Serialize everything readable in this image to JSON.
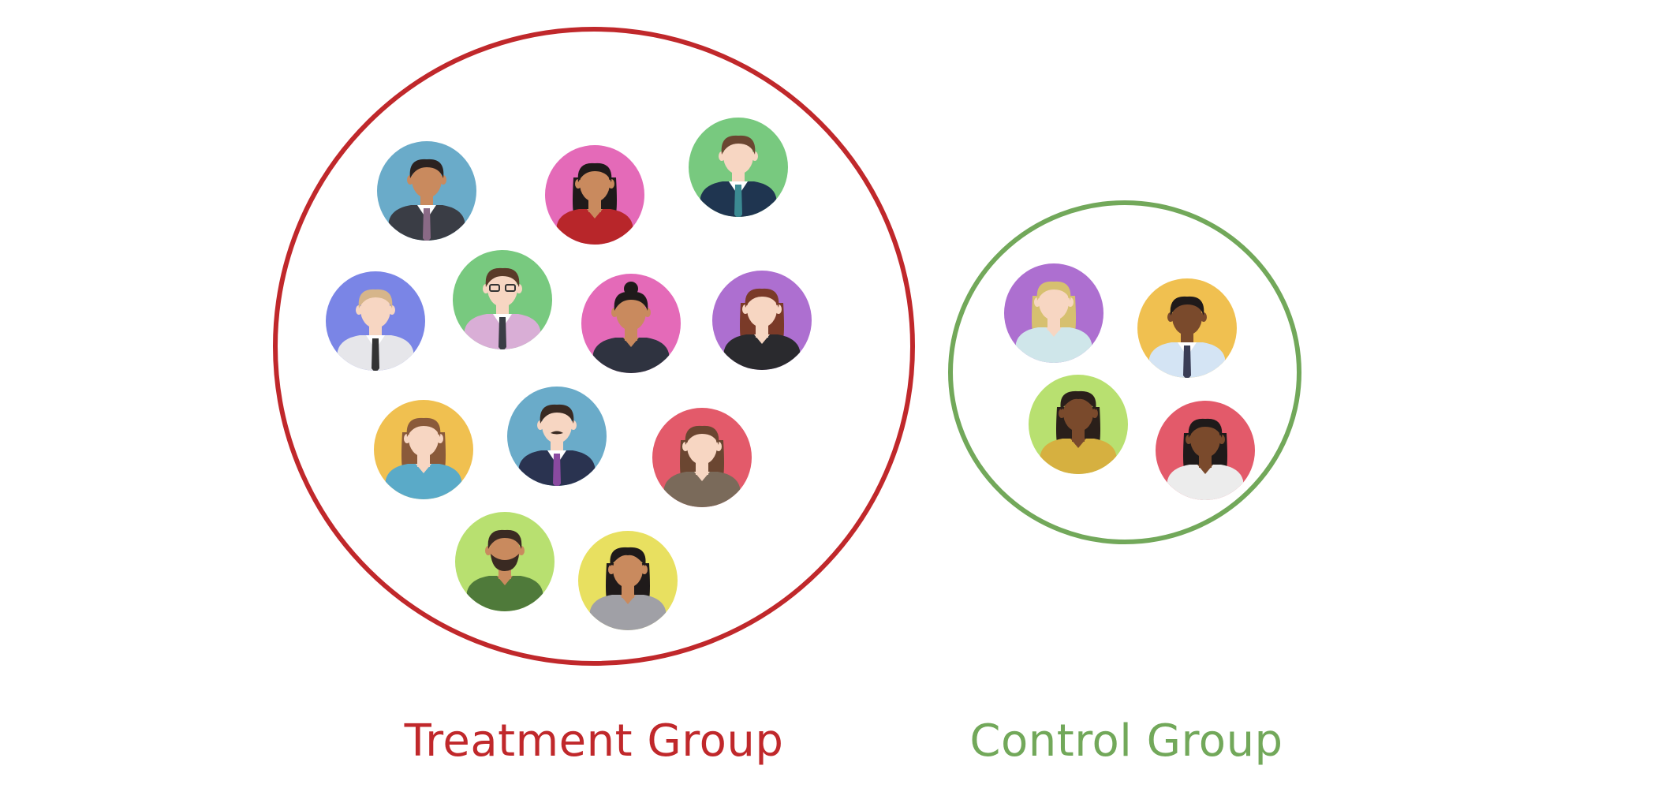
{
  "colors": {
    "treatment": "#c0282b",
    "control": "#72a85a",
    "skin_light": "#f7d6c2",
    "skin_tan": "#c98a5e",
    "skin_dark": "#7a4a2c"
  },
  "treatment_group": {
    "label": "Treatment Group",
    "people": [
      {
        "bg": "#6aabc9",
        "skin": "#c98a5e",
        "hair": "#2b2220",
        "hair_style": "short",
        "top": "#3a3d45",
        "tie": "#8a6a86",
        "accessory": ""
      },
      {
        "bg": "#e46ab8",
        "skin": "#c98a5e",
        "hair": "#1f1a1a",
        "hair_style": "long",
        "top": "#b8262a",
        "tie": "",
        "accessory": ""
      },
      {
        "bg": "#78c97f",
        "skin": "#f7d6c2",
        "hair": "#6b4631",
        "hair_style": "short",
        "top": "#1f3550",
        "tie": "#3b8a92",
        "accessory": ""
      },
      {
        "bg": "#7a85e6",
        "skin": "#f7d6c2",
        "hair": "#d6b58a",
        "hair_style": "short",
        "top": "#e6e6ea",
        "tie": "#333333",
        "accessory": ""
      },
      {
        "bg": "#78c97f",
        "skin": "#f7d6c2",
        "hair": "#5a3a28",
        "hair_style": "short",
        "top": "#d9aed6",
        "tie": "#3a3d45",
        "accessory": "glasses"
      },
      {
        "bg": "#e46ab8",
        "skin": "#c98a5e",
        "hair": "#1f1a1a",
        "hair_style": "bun",
        "top": "#2f3340",
        "tie": "",
        "accessory": ""
      },
      {
        "bg": "#ad6fd0",
        "skin": "#f7d6c2",
        "hair": "#7a3a28",
        "hair_style": "long",
        "top": "#2a2a2e",
        "tie": "",
        "accessory": ""
      },
      {
        "bg": "#f0c050",
        "skin": "#f7d6c2",
        "hair": "#8a5a3a",
        "hair_style": "long",
        "top": "#5aaac8",
        "tie": "",
        "accessory": ""
      },
      {
        "bg": "#6aabc9",
        "skin": "#f7d6c2",
        "hair": "#3a2a22",
        "hair_style": "short",
        "top": "#2a3350",
        "tie": "#8a4aa0",
        "accessory": "mustache"
      },
      {
        "bg": "#e35a6a",
        "skin": "#f7d6c2",
        "hair": "#6b4631",
        "hair_style": "long",
        "top": "#7a6a5a",
        "tie": "",
        "accessory": ""
      },
      {
        "bg": "#b8e070",
        "skin": "#c98a5e",
        "hair": "#3a2a22",
        "hair_style": "short",
        "top": "#4f7a3a",
        "tie": "",
        "accessory": "beard"
      },
      {
        "bg": "#e8e060",
        "skin": "#c98a5e",
        "hair": "#1f1a1a",
        "hair_style": "curly",
        "top": "#a0a0a6",
        "tie": "",
        "accessory": ""
      }
    ]
  },
  "control_group": {
    "label": "Control Group",
    "people": [
      {
        "bg": "#ad6fd0",
        "skin": "#f7d6c2",
        "hair": "#d6c070",
        "hair_style": "long",
        "top": "#cfe6ea",
        "tie": "",
        "accessory": ""
      },
      {
        "bg": "#f0c050",
        "skin": "#7a4a2c",
        "hair": "#1f1a1a",
        "hair_style": "short",
        "top": "#d4e4f4",
        "tie": "#3a3d55",
        "accessory": ""
      },
      {
        "bg": "#b8e070",
        "skin": "#7a4a2c",
        "hair": "#2a1f1a",
        "hair_style": "curly",
        "top": "#d6b040",
        "tie": "",
        "accessory": ""
      },
      {
        "bg": "#e35a6a",
        "skin": "#7a4a2c",
        "hair": "#1f1a1a",
        "hair_style": "long",
        "top": "#ececec",
        "tie": "",
        "accessory": ""
      }
    ]
  }
}
